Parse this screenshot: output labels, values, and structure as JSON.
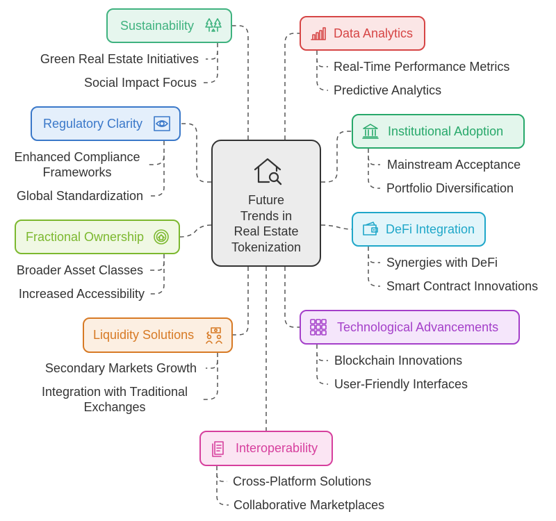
{
  "center": {
    "title": "Future\nTrends in\nReal Estate\nTokenization",
    "icon": "house-search-icon"
  },
  "branches": [
    {
      "key": "sustainability",
      "label": "Sustainability",
      "icon": "trees-icon",
      "color": "#3fb27f",
      "fill": "#e6f6ee",
      "items": [
        "Green Real Estate Initiatives",
        "Social Impact Focus"
      ]
    },
    {
      "key": "data-analytics",
      "label": "Data Analytics",
      "icon": "bar-chart-icon",
      "color": "#d64545",
      "fill": "#fbe6e6",
      "items": [
        "Real-Time Performance Metrics",
        "Predictive Analytics"
      ]
    },
    {
      "key": "regulatory-clarity",
      "label": "Regulatory Clarity",
      "icon": "eye-frame-icon",
      "color": "#3a78c9",
      "fill": "#e4effb",
      "items": [
        "Enhanced Compliance Frameworks",
        "Global Standardization"
      ]
    },
    {
      "key": "institutional-adoption",
      "label": "Institutional Adoption",
      "icon": "bank-icon",
      "color": "#27a86a",
      "fill": "#e3f6ec",
      "items": [
        "Mainstream Acceptance",
        "Portfolio Diversification"
      ]
    },
    {
      "key": "fractional-ownership",
      "label": "Fractional Ownership",
      "icon": "house-target-icon",
      "color": "#7cb82f",
      "fill": "#f0f8e4",
      "items": [
        "Broader Asset Classes",
        "Increased Accessibility"
      ]
    },
    {
      "key": "defi-integration",
      "label": "DeFi Integration",
      "icon": "wallet-icon",
      "color": "#1fa7c9",
      "fill": "#e2f5fa",
      "items": [
        "Synergies with DeFi",
        "Smart Contract Innovations"
      ]
    },
    {
      "key": "liquidity-solutions",
      "label": "Liquidity Solutions",
      "icon": "money-exchange-icon",
      "color": "#d77a25",
      "fill": "#fcefe2",
      "items": [
        "Secondary Markets Growth",
        "Integration with Traditional\nExchanges"
      ]
    },
    {
      "key": "technological-advancements",
      "label": "Technological Advancements",
      "icon": "circuit-grid-icon",
      "color": "#a43fc9",
      "fill": "#f5e6fb",
      "items": [
        "Blockchain Innovations",
        "User-Friendly Interfaces"
      ]
    },
    {
      "key": "interoperability",
      "label": "Interoperability",
      "icon": "documents-icon",
      "color": "#d63f9d",
      "fill": "#fbe5f3",
      "items": [
        "Cross-Platform Solutions",
        "Collaborative Marketplaces"
      ]
    }
  ]
}
